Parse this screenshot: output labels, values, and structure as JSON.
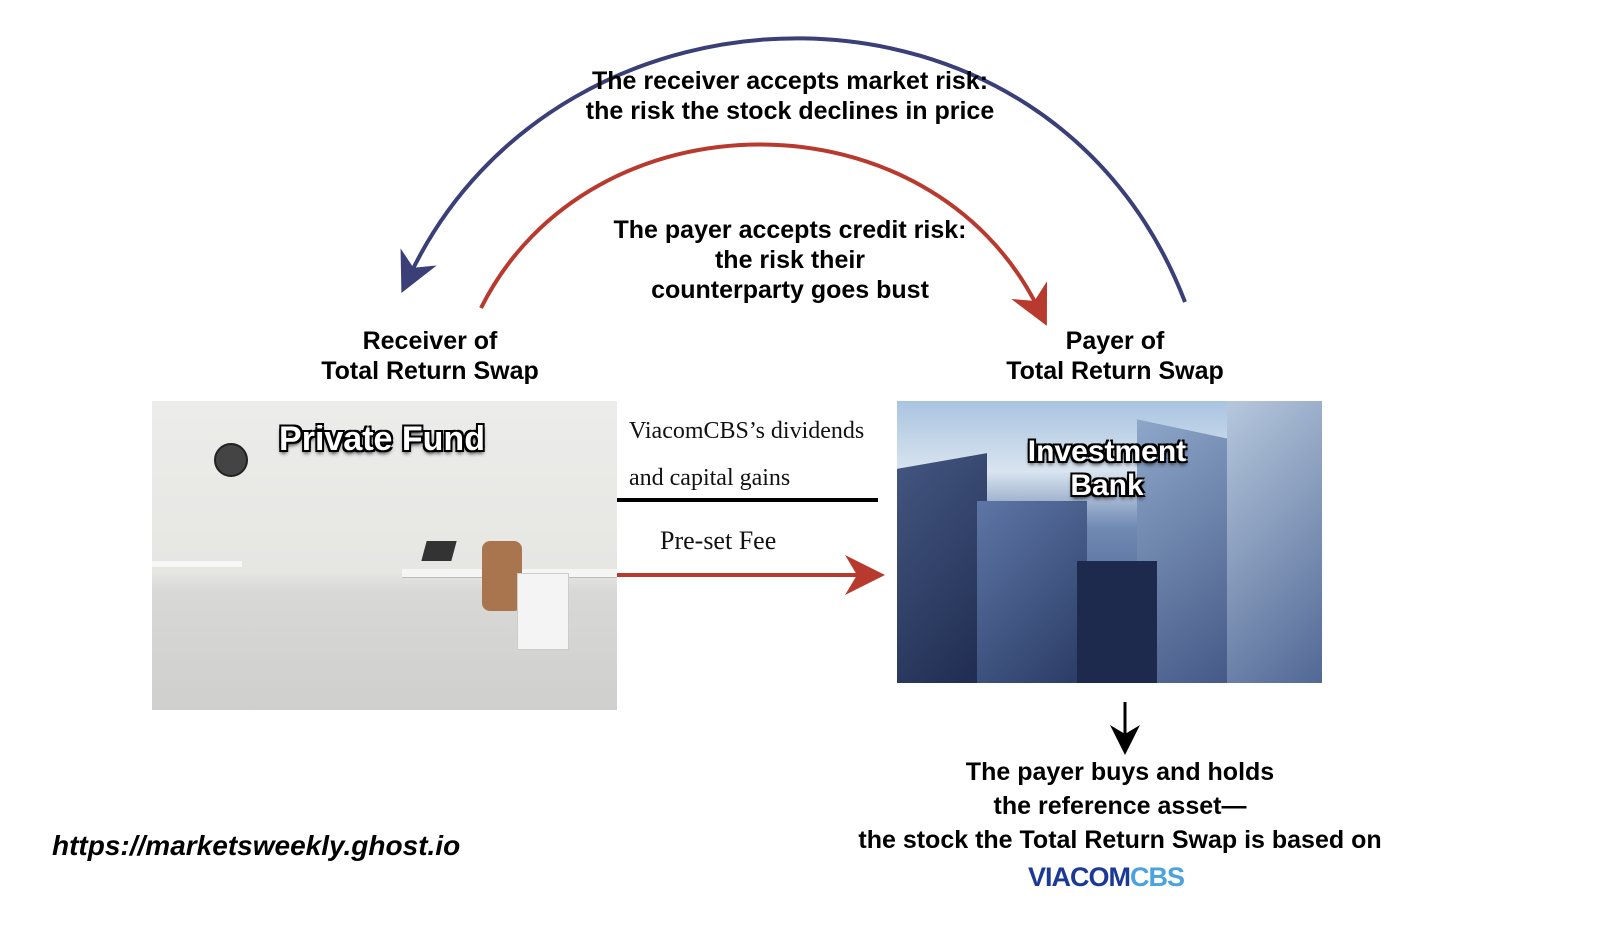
{
  "top_arc_label": {
    "line1": "The receiver accepts market risk:",
    "line2": "the risk the stock declines in price"
  },
  "inner_arc_label": {
    "line1": "The payer accepts credit risk:",
    "line2": "the risk their",
    "line3": "counterparty goes bust"
  },
  "receiver": {
    "line1": "Receiver of",
    "line2": "Total Return Swap",
    "photo_label": "Private Fund"
  },
  "payer": {
    "line1": "Payer of",
    "line2": "Total Return Swap",
    "photo_label_1": "Investment",
    "photo_label_2": "Bank"
  },
  "flows": {
    "dividends_line1": "ViacomCBS’s dividends",
    "dividends_line2": "and capital gains",
    "fee": "Pre-set Fee"
  },
  "reference_asset": {
    "line1": "The payer buys and holds",
    "line2": "the reference asset—",
    "line3": "the stock the Total Return Swap is based on"
  },
  "logo": {
    "part1": "VIACOM",
    "part2": "CBS"
  },
  "source_url": "https://marketsweekly.ghost.io",
  "colors": {
    "blue_arc": "#3a3f78",
    "red_arc": "#b83a2e",
    "logo_dark": "#1c3a95",
    "logo_light": "#4aa3df"
  }
}
